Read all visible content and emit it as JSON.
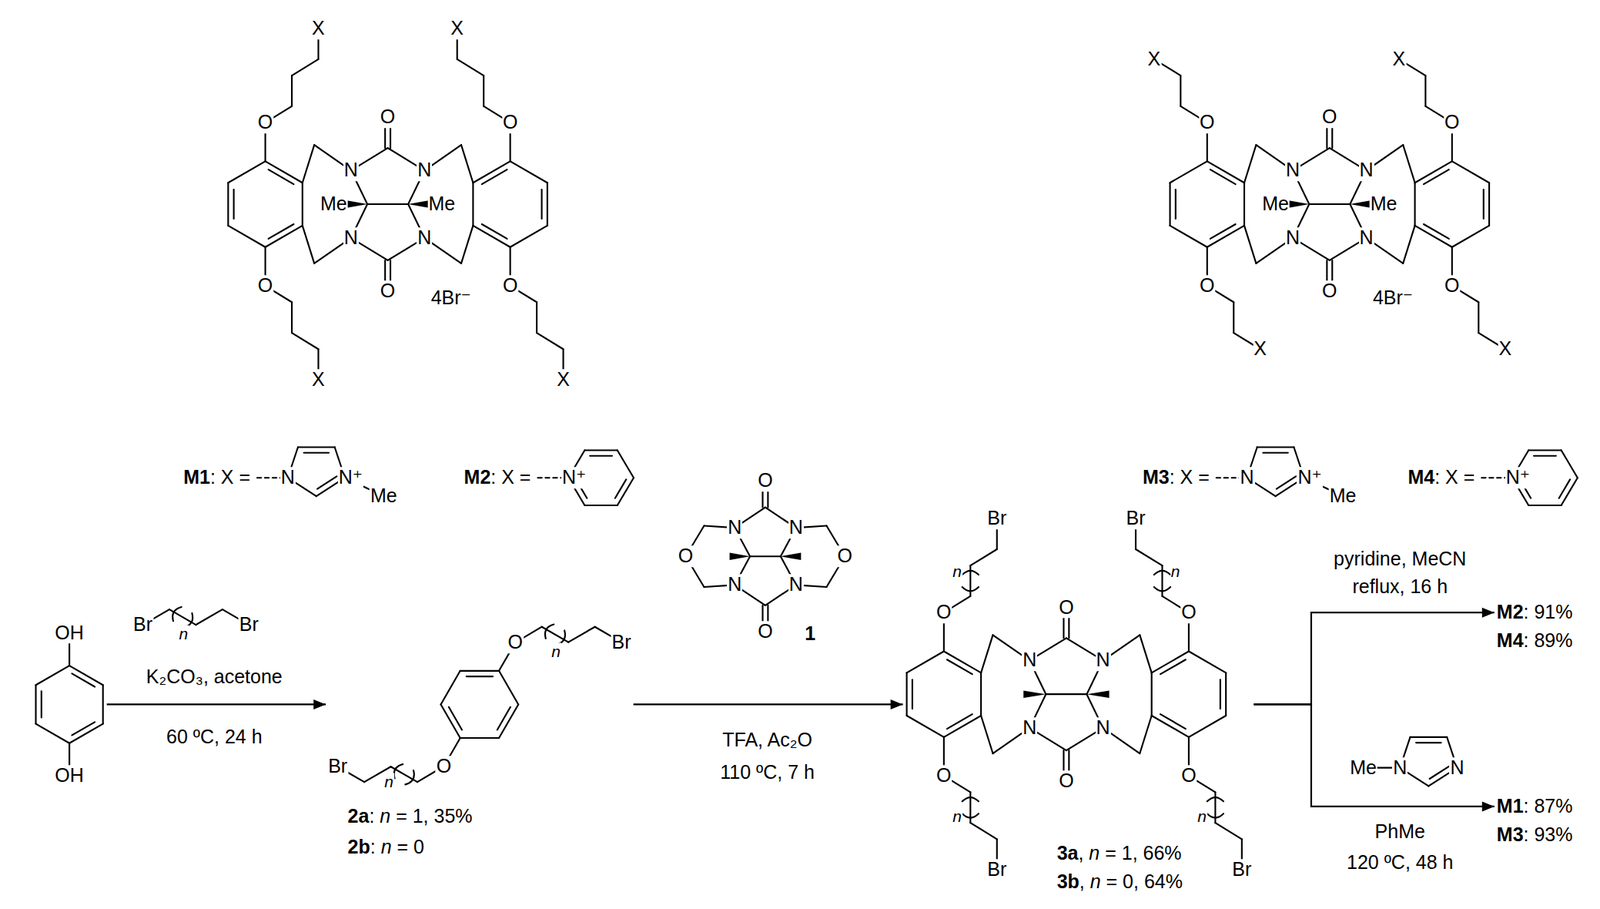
{
  "diagram": {
    "nodes": [
      {
        "text": [
          "X",
          "X",
          "X",
          "X",
          "O",
          "O",
          "O",
          "O",
          "O",
          "O",
          "N",
          "N",
          "N",
          "N",
          "Me",
          "Me",
          "4Br⁻"
        ]
      },
      {
        "text": [
          "X",
          "X",
          "X",
          "X",
          "O",
          "O",
          "O",
          "O",
          "O",
          "O",
          "N",
          "N",
          "N",
          "N",
          "Me",
          "Me",
          "4Br⁻"
        ]
      },
      {
        "text": [
          "OH",
          "OH"
        ]
      },
      {
        "text": [
          "O",
          "Br",
          "O",
          "Br",
          "n",
          "n",
          "2a: n = 1, 35%",
          "2b: n = 0"
        ]
      },
      {
        "text": [
          "O",
          "O",
          "O",
          "O",
          "N",
          "N",
          "N",
          "N",
          "1"
        ]
      },
      {
        "text": [
          "Br",
          "Br",
          "Br",
          "Br",
          "n",
          "n",
          "n",
          "n",
          "O",
          "O",
          "O",
          "O",
          "O",
          "O",
          "N",
          "N",
          "N",
          "N",
          "3a, n = 1, 66%",
          "3b, n = 0, 64%"
        ]
      },
      {
        "text": [
          "M2: 91%",
          "M4: 89%"
        ]
      },
      {
        "text": [
          "M1: 87%",
          "M3: 93%"
        ]
      }
    ],
    "edges": [
      {
        "from": 2,
        "to": 3,
        "arrow": "to",
        "label": "K₂CO₃, acetone"
      },
      {
        "from": 3,
        "to": 5,
        "arrow": "to",
        "label": "TFA, Ac₂O"
      },
      {
        "from": 5,
        "to": 6,
        "arrow": "to",
        "label": "pyridine, MeCN"
      },
      {
        "from": 5,
        "to": 7,
        "arrow": "to",
        "label": "PhMe"
      }
    ],
    "labels": [
      "M1: X =",
      "N",
      "N⁺",
      "Me",
      "M2: X =",
      "N⁺",
      "M3: X =",
      "N",
      "N⁺",
      "Me",
      "M4: X =",
      "N⁺",
      "Br",
      "Br",
      "n",
      "60 ºC, 24 h",
      "110 ºC, 7 h",
      "reflux, 16 h",
      "Me",
      "N",
      "N",
      "120 ºC, 48 h"
    ]
  }
}
